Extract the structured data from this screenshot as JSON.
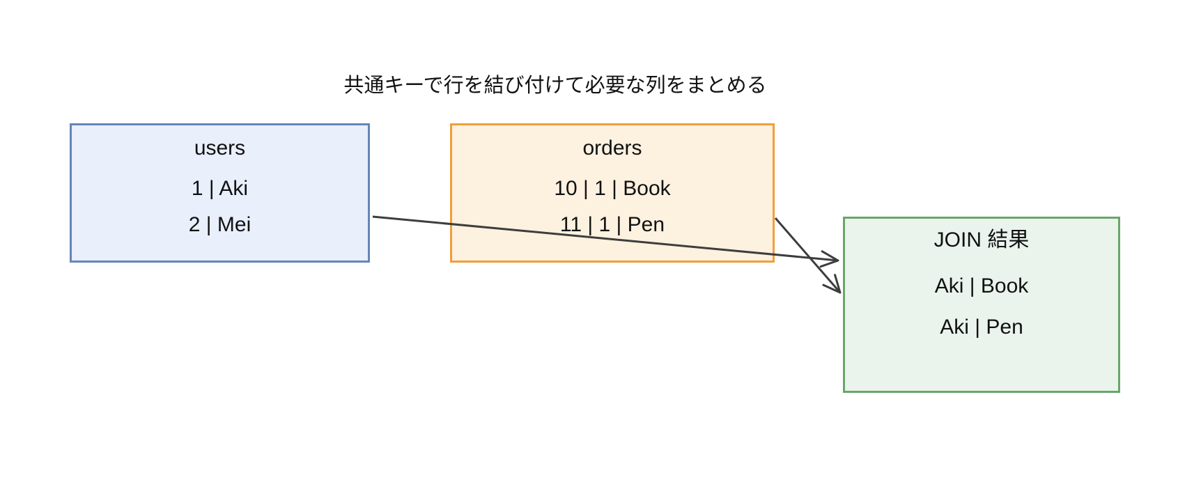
{
  "title": "共通キーで行を結び付けて必要な列をまとめる",
  "boxes": {
    "users": {
      "label": "users",
      "rows": [
        "1 | Aki",
        "2 | Mei"
      ],
      "fill": "#e9effb",
      "border": "#6386b8"
    },
    "orders": {
      "label": "orders",
      "rows": [
        "10 | 1 | Book",
        "11 | 1 | Pen"
      ],
      "fill": "#fdf1e0",
      "border": "#f29e38"
    },
    "join": {
      "label": "JOIN 結果",
      "rows": [
        "Aki | Book",
        "Aki | Pen"
      ],
      "fill": "#eaf4ec",
      "border": "#6aa668"
    }
  },
  "arrows": {
    "color": "#3d3d3d",
    "links": [
      {
        "from": "users",
        "to": "join"
      },
      {
        "from": "orders",
        "to": "join"
      }
    ]
  }
}
